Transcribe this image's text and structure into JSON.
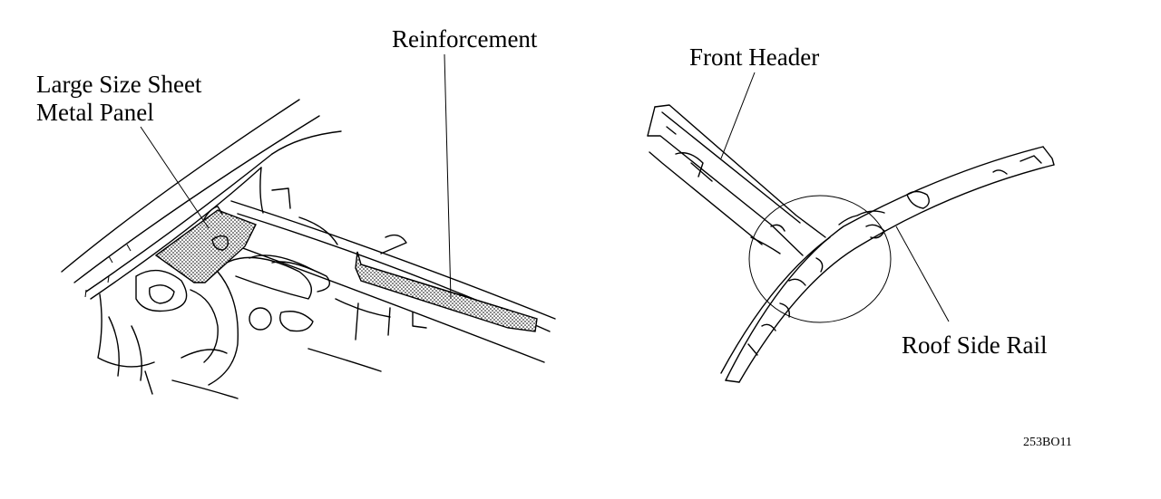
{
  "labels": {
    "reinforcement": "Reinforcement",
    "panel_line1": "Large Size Sheet",
    "panel_line2": "Metal Panel",
    "front_header": "Front Header",
    "roof_side_rail": "Roof Side Rail",
    "figure_code": "253BO11"
  },
  "colors": {
    "ink": "#000000",
    "background": "#ffffff"
  }
}
